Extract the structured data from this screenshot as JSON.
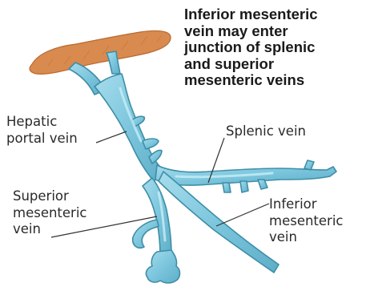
{
  "caption": {
    "lines": [
      "Inferior mesenteric",
      "vein may enter",
      "junction of splenic",
      "and superior",
      "mesenteric veins"
    ]
  },
  "labels": {
    "hepatic_portal": [
      "Hepatic",
      "portal vein"
    ],
    "splenic": [
      "Splenic vein"
    ],
    "superior_mesenteric": [
      "Superior",
      "mesenteric",
      "vein"
    ],
    "inferior_mesenteric": [
      "Inferior",
      "mesenteric",
      "vein"
    ]
  },
  "colors": {
    "vein_fill": "#7cc6dd",
    "vein_outline": "#3f8ea6",
    "vein_highlight": "#b8e4f0",
    "liver": "#d98a4e",
    "liver_outline": "#b86a30",
    "leader_line": "#333333"
  }
}
